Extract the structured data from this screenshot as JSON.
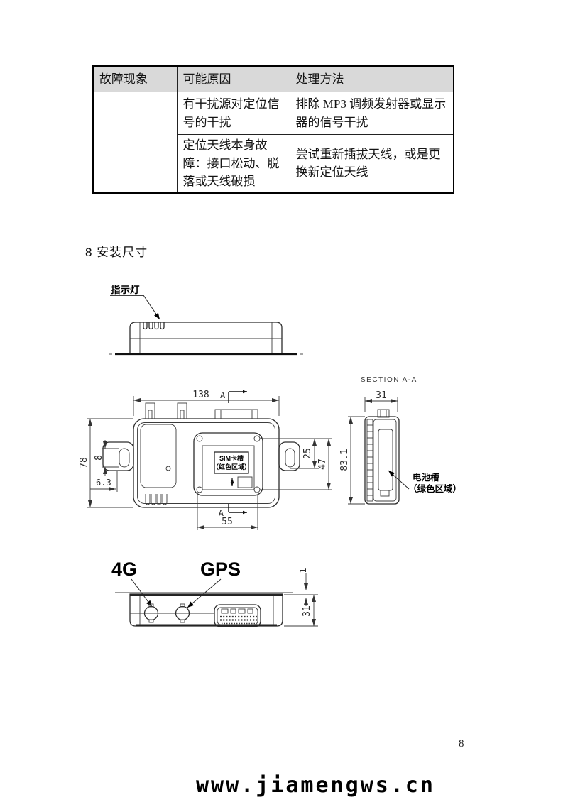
{
  "page": {
    "number": "8",
    "watermark": "www.jiamengws.cn"
  },
  "fault_table": {
    "headers": [
      "故障现象",
      "可能原因",
      "处理方法"
    ],
    "rows": [
      {
        "symptom": "",
        "cause": "有干扰源对定位信号的干扰",
        "remedy": "排除 MP3 调频发射器或显示器的信号干扰"
      },
      {
        "symptom": "",
        "cause": "定位天线本身故障：接口松动、脱落或天线破损",
        "remedy": "尝试重新插拔天线，或是更换新定位天线"
      }
    ]
  },
  "section_heading": "8  安装尺寸",
  "side_view": {
    "indicator_label": "指示灯"
  },
  "top_view": {
    "dim_width": "138",
    "cut_label_top": "A",
    "cut_label_bottom": "A",
    "dim_height": "78",
    "dim_slot": "8",
    "dim_offset": "6.3",
    "dim_sim": "25",
    "dim_tab": "47",
    "dim_sim_width": "55",
    "sim_label_line1": "SIM卡槽",
    "sim_label_line2": "（红色区域）"
  },
  "section_view": {
    "title": "SECTION A-A",
    "dim_width": "31",
    "dim_height": "83.1",
    "battery_label_line1": "电池槽",
    "battery_label_line2": "（绿色区域）"
  },
  "front_view": {
    "antenna_4g": "4G",
    "antenna_gps": "GPS",
    "dim_lip": "1",
    "dim_height": "31"
  }
}
